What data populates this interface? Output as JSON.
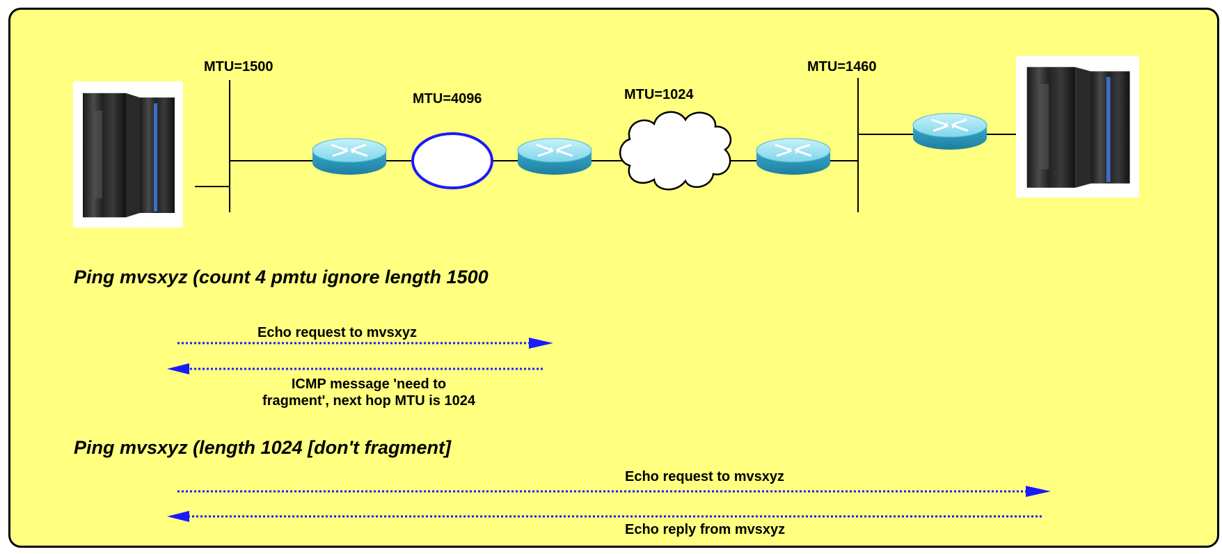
{
  "network": {
    "mtu_labels": [
      "MTU=1500",
      "MTU=4096",
      "MTU=1024",
      "MTU=1460"
    ],
    "nodes": [
      "mainframe-host-left",
      "router",
      "token-ring",
      "router",
      "cloud-network",
      "router",
      "router",
      "mainframe-host-right"
    ]
  },
  "commands": {
    "first": "Ping mvsxyz (count 4 pmtu ignore length 1500",
    "second": "Ping mvsxyz (length 1024 [don't fragment]"
  },
  "messages": {
    "echo_request_1": "Echo request to mvsxyz",
    "icmp_line1": "ICMP message 'need to",
    "icmp_line2": "fragment', next hop MTU is 1024",
    "echo_request_2": "Echo request to mvsxyz",
    "echo_reply": "Echo reply from mvsxyz"
  },
  "colors": {
    "background": "#ffff80",
    "border": "#000000",
    "arrow": "#1a1aff",
    "router": "#6fd0e6",
    "token_ring_stroke": "#1a1aff"
  }
}
